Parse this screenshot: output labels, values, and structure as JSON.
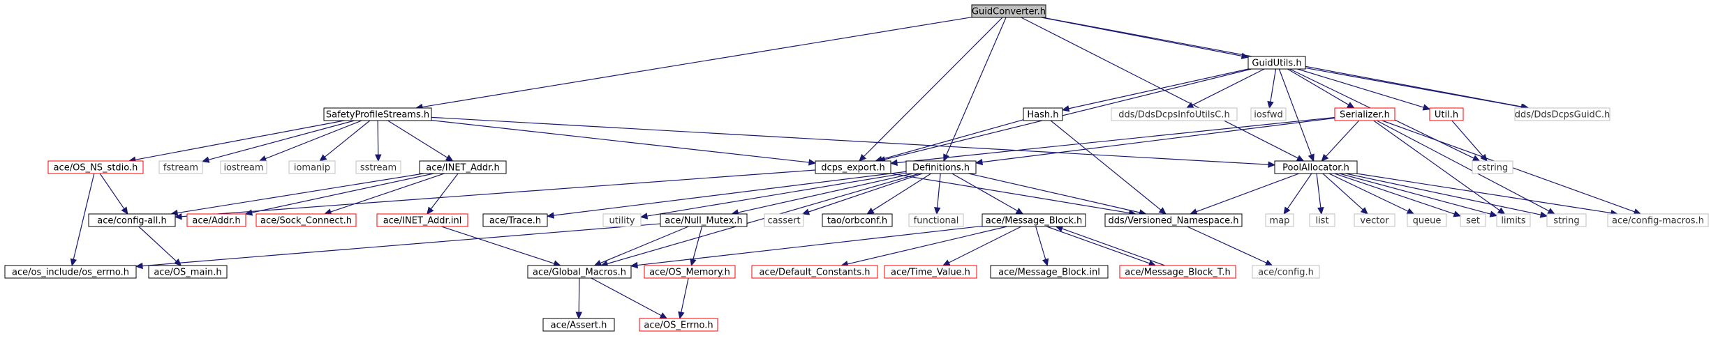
{
  "diagram": {
    "nodes": [
      {
        "id": "GuidConverter",
        "label": "GuidConverter.h",
        "style": "root"
      },
      {
        "id": "GuidUtils",
        "label": "GuidUtils.h",
        "style": "black"
      },
      {
        "id": "SafetyProfileStreams",
        "label": "SafetyProfileStreams.h",
        "style": "black"
      },
      {
        "id": "dcps_export",
        "label": "dcps_export.h",
        "style": "black"
      },
      {
        "id": "Definitions",
        "label": "Definitions.h",
        "style": "black"
      },
      {
        "id": "PoolAllocator",
        "label": "PoolAllocator.h",
        "style": "black"
      },
      {
        "id": "DdsDcpsGuidC",
        "label": "dds/DdsDcpsGuidC.h",
        "style": "gray"
      },
      {
        "id": "Hash",
        "label": "Hash.h",
        "style": "black"
      },
      {
        "id": "DdsDcpsInfoUtilsC",
        "label": "dds/DdsDcpsInfoUtilsC.h",
        "style": "gray"
      },
      {
        "id": "iosfwd",
        "label": "iosfwd",
        "style": "gray"
      },
      {
        "id": "Serializer",
        "label": "Serializer.h",
        "style": "red"
      },
      {
        "id": "Util",
        "label": "Util.h",
        "style": "red"
      },
      {
        "id": "cstring",
        "label": "cstring",
        "style": "gray"
      },
      {
        "id": "OS_NS_stdio",
        "label": "ace/OS_NS_stdio.h",
        "style": "red"
      },
      {
        "id": "fstream",
        "label": "fstream",
        "style": "gray"
      },
      {
        "id": "iostream",
        "label": "iostream",
        "style": "gray"
      },
      {
        "id": "iomanip",
        "label": "iomanip",
        "style": "gray"
      },
      {
        "id": "sstream",
        "label": "sstream",
        "style": "gray"
      },
      {
        "id": "INET_Addr",
        "label": "ace/INET_Addr.h",
        "style": "black"
      },
      {
        "id": "config_all",
        "label": "ace/config-all.h",
        "style": "black"
      },
      {
        "id": "Addr",
        "label": "ace/Addr.h",
        "style": "red"
      },
      {
        "id": "Sock_Connect",
        "label": "ace/Sock_Connect.h",
        "style": "red"
      },
      {
        "id": "INET_Addr_inl",
        "label": "ace/INET_Addr.inl",
        "style": "red"
      },
      {
        "id": "Trace",
        "label": "ace/Trace.h",
        "style": "black"
      },
      {
        "id": "utility",
        "label": "utility",
        "style": "gray"
      },
      {
        "id": "Null_Mutex",
        "label": "ace/Null_Mutex.h",
        "style": "black"
      },
      {
        "id": "cassert",
        "label": "cassert",
        "style": "gray"
      },
      {
        "id": "orbconf",
        "label": "tao/orbconf.h",
        "style": "black"
      },
      {
        "id": "functional",
        "label": "functional",
        "style": "gray"
      },
      {
        "id": "Message_Block",
        "label": "ace/Message_Block.h",
        "style": "black"
      },
      {
        "id": "Versioned_Namespace",
        "label": "dds/Versioned_Namespace.h",
        "style": "black"
      },
      {
        "id": "map",
        "label": "map",
        "style": "gray"
      },
      {
        "id": "list",
        "label": "list",
        "style": "gray"
      },
      {
        "id": "vector",
        "label": "vector",
        "style": "gray"
      },
      {
        "id": "queue",
        "label": "queue",
        "style": "gray"
      },
      {
        "id": "set",
        "label": "set",
        "style": "gray"
      },
      {
        "id": "limits",
        "label": "limits",
        "style": "gray"
      },
      {
        "id": "string",
        "label": "string",
        "style": "gray"
      },
      {
        "id": "config_macros",
        "label": "ace/config-macros.h",
        "style": "gray"
      },
      {
        "id": "os_errno",
        "label": "ace/os_include/os_errno.h",
        "style": "black"
      },
      {
        "id": "OS_main",
        "label": "ace/OS_main.h",
        "style": "black"
      },
      {
        "id": "Global_Macros",
        "label": "ace/Global_Macros.h",
        "style": "black"
      },
      {
        "id": "OS_Memory",
        "label": "ace/OS_Memory.h",
        "style": "red"
      },
      {
        "id": "Default_Constants",
        "label": "ace/Default_Constants.h",
        "style": "red"
      },
      {
        "id": "Time_Value",
        "label": "ace/Time_Value.h",
        "style": "red"
      },
      {
        "id": "Message_Block_inl",
        "label": "ace/Message_Block.inl",
        "style": "black"
      },
      {
        "id": "Message_Block_T",
        "label": "ace/Message_Block_T.h",
        "style": "red"
      },
      {
        "id": "ace_config",
        "label": "ace/config.h",
        "style": "gray"
      },
      {
        "id": "Assert",
        "label": "ace/Assert.h",
        "style": "black"
      },
      {
        "id": "OS_Errno",
        "label": "ace/OS_Errno.h",
        "style": "red"
      }
    ],
    "edges": [
      [
        "GuidConverter",
        "GuidUtils"
      ],
      [
        "GuidConverter",
        "SafetyProfileStreams"
      ],
      [
        "GuidConverter",
        "dcps_export"
      ],
      [
        "GuidConverter",
        "Definitions"
      ],
      [
        "GuidConverter",
        "PoolAllocator"
      ],
      [
        "GuidConverter",
        "DdsDcpsGuidC"
      ],
      [
        "GuidUtils",
        "dcps_export"
      ],
      [
        "GuidUtils",
        "Hash"
      ],
      [
        "GuidUtils",
        "DdsDcpsInfoUtilsC"
      ],
      [
        "GuidUtils",
        "iosfwd"
      ],
      [
        "GuidUtils",
        "Serializer"
      ],
      [
        "GuidUtils",
        "Util"
      ],
      [
        "GuidUtils",
        "cstring"
      ],
      [
        "GuidUtils",
        "DdsDcpsGuidC"
      ],
      [
        "GuidUtils",
        "PoolAllocator"
      ],
      [
        "SafetyProfileStreams",
        "OS_NS_stdio"
      ],
      [
        "SafetyProfileStreams",
        "fstream"
      ],
      [
        "SafetyProfileStreams",
        "iostream"
      ],
      [
        "SafetyProfileStreams",
        "iomanip"
      ],
      [
        "SafetyProfileStreams",
        "sstream"
      ],
      [
        "SafetyProfileStreams",
        "INET_Addr"
      ],
      [
        "SafetyProfileStreams",
        "dcps_export"
      ],
      [
        "SafetyProfileStreams",
        "PoolAllocator"
      ],
      [
        "Hash",
        "dcps_export"
      ],
      [
        "Hash",
        "Versioned_Namespace"
      ],
      [
        "Serializer",
        "dcps_export"
      ],
      [
        "Serializer",
        "Definitions"
      ],
      [
        "Serializer",
        "PoolAllocator"
      ],
      [
        "Serializer",
        "limits"
      ],
      [
        "Serializer",
        "string"
      ],
      [
        "Serializer",
        "config_macros"
      ],
      [
        "Util",
        "cstring"
      ],
      [
        "OS_NS_stdio",
        "config_all"
      ],
      [
        "OS_NS_stdio",
        "os_errno"
      ],
      [
        "INET_Addr",
        "Addr"
      ],
      [
        "INET_Addr",
        "Sock_Connect"
      ],
      [
        "INET_Addr",
        "INET_Addr_inl"
      ],
      [
        "INET_Addr",
        "config_all"
      ],
      [
        "dcps_export",
        "config_all"
      ],
      [
        "dcps_export",
        "Versioned_Namespace"
      ],
      [
        "Definitions",
        "Trace"
      ],
      [
        "Definitions",
        "utility"
      ],
      [
        "Definitions",
        "Null_Mutex"
      ],
      [
        "Definitions",
        "cassert"
      ],
      [
        "Definitions",
        "orbconf"
      ],
      [
        "Definitions",
        "functional"
      ],
      [
        "Definitions",
        "Message_Block"
      ],
      [
        "Definitions",
        "Versioned_Namespace"
      ],
      [
        "Definitions",
        "Global_Macros"
      ],
      [
        "PoolAllocator",
        "Versioned_Namespace"
      ],
      [
        "PoolAllocator",
        "map"
      ],
      [
        "PoolAllocator",
        "list"
      ],
      [
        "PoolAllocator",
        "vector"
      ],
      [
        "PoolAllocator",
        "queue"
      ],
      [
        "PoolAllocator",
        "set"
      ],
      [
        "PoolAllocator",
        "limits"
      ],
      [
        "PoolAllocator",
        "string"
      ],
      [
        "PoolAllocator",
        "config_macros"
      ],
      [
        "config_all",
        "OS_main"
      ],
      [
        "INET_Addr_inl",
        "Global_Macros"
      ],
      [
        "Null_Mutex",
        "os_errno"
      ],
      [
        "Null_Mutex",
        "Global_Macros"
      ],
      [
        "Null_Mutex",
        "OS_Memory"
      ],
      [
        "Message_Block",
        "Global_Macros"
      ],
      [
        "Message_Block",
        "Default_Constants"
      ],
      [
        "Message_Block",
        "Time_Value"
      ],
      [
        "Message_Block",
        "Message_Block_inl"
      ],
      [
        "Message_Block",
        "Message_Block_T"
      ],
      [
        "Message_Block_T",
        "Message_Block"
      ],
      [
        "Versioned_Namespace",
        "ace_config"
      ],
      [
        "Global_Macros",
        "Assert"
      ],
      [
        "Global_Macros",
        "OS_Errno"
      ],
      [
        "OS_Memory",
        "OS_Errno"
      ]
    ]
  },
  "colors": {
    "edge": "#191970",
    "border_black": "#000000",
    "border_red": "#ff0000",
    "border_gray": "#bfbfbf",
    "root_fill": "#bfbfbf",
    "node_fill": "#ffffff",
    "text": "#000000"
  }
}
